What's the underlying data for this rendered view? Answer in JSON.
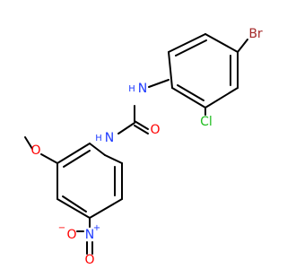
{
  "molecule": {
    "atoms": {
      "br": {
        "label": "Br",
        "color": "#a52a2a"
      },
      "cl": {
        "label": "Cl",
        "color": "#1fbd1f"
      },
      "nh_top": {
        "label": "N",
        "h": "H",
        "color": "#1f3bff"
      },
      "nh_mid": {
        "label": "N",
        "h": "H",
        "color": "#1f3bff"
      },
      "o_carbonyl": {
        "label": "O",
        "color": "#ff0000"
      },
      "o_methoxy": {
        "label": "O",
        "color": "#ff0000"
      },
      "n_nitro": {
        "label": "N",
        "charge": "+",
        "color": "#1f3bff"
      },
      "o_nitro_minus": {
        "label": "O",
        "charge": "−",
        "color": "#ff0000"
      },
      "o_nitro_bottom": {
        "label": "O",
        "color": "#ff0000"
      }
    },
    "bond_color": "#000000"
  }
}
